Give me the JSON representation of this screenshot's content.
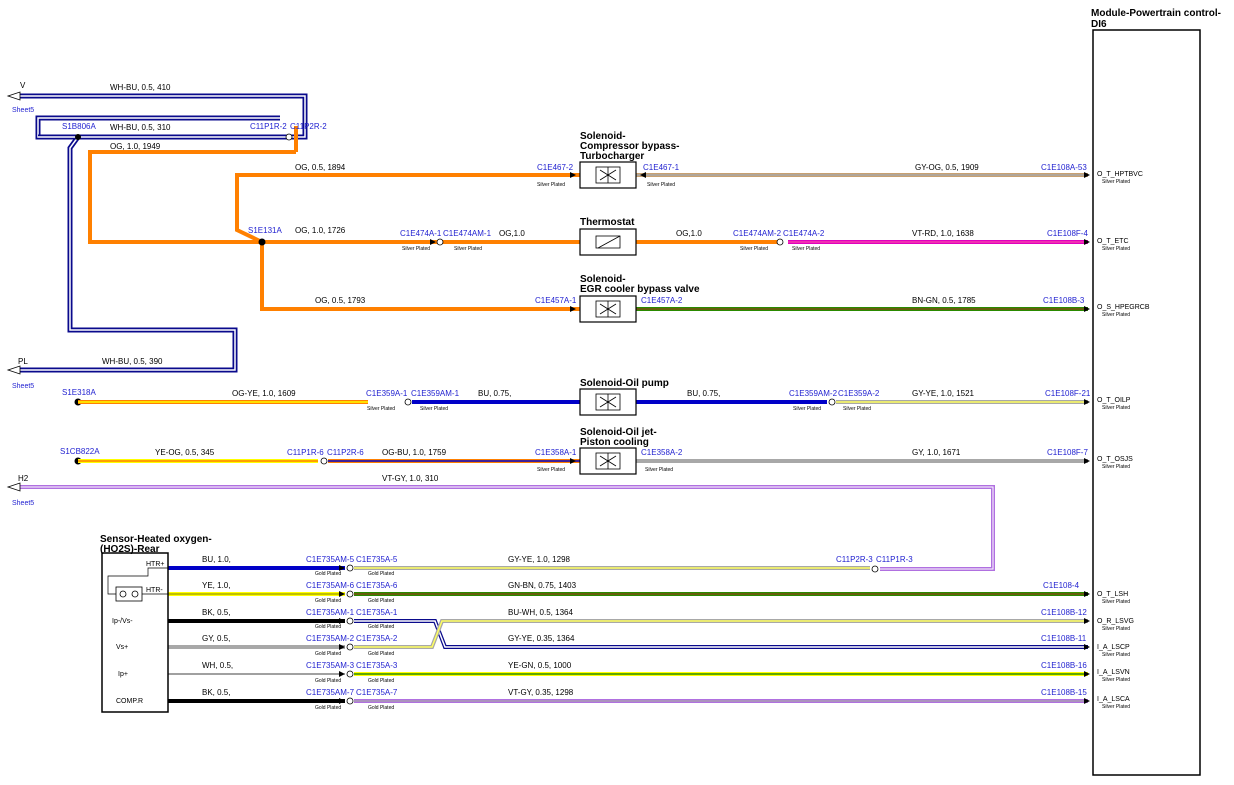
{
  "module": {
    "title_line1": "Module-Powertrain control-",
    "title_line2": "DI6",
    "pins": [
      "O_T_HPTBVC",
      "O_T_ETC",
      "O_S_HPEGRCB",
      "O_T_OILP",
      "O_T_OSJS",
      "O_T_LSH",
      "O_R_LSVG",
      "I_A_LSCP",
      "I_A_LSVN",
      "I_A_LSCA"
    ],
    "plating": "Silver Plated"
  },
  "offpage": [
    {
      "signal": "V",
      "sheet": "Sheet5"
    },
    {
      "signal": "PL",
      "sheet": "Sheet5"
    },
    {
      "signal": "H2",
      "sheet": "Sheet5"
    }
  ],
  "splices": [
    "S1B806A",
    "S1E131A",
    "S1E318A",
    "S1CB822A"
  ],
  "components": {
    "turbo_bypass": {
      "line1": "Solenoid-",
      "line2": "Compressor bypass-",
      "line3": "Turbocharger"
    },
    "thermostat": {
      "line1": "Thermostat"
    },
    "egr_bypass": {
      "line1": "Solenoid-",
      "line2": "EGR cooler bypass valve"
    },
    "oil_pump": {
      "line1": "Solenoid-Oil pump"
    },
    "oil_jet": {
      "line1": "Solenoid-Oil jet-",
      "line2": "Piston cooling"
    },
    "ho2s": {
      "line1": "Sensor-Heated oxygen-",
      "line2": "(HO2S)-Rear",
      "pins": [
        "HTR+",
        "HTR-",
        "Ip-/Vs-",
        "Vs+",
        "Ip+",
        "COMP.R"
      ]
    }
  },
  "wires": {
    "v_main": "WH-BU,  0.5,  410",
    "s1b806a_out": "WH-BU,  0.5,  310",
    "pl_line": "WH-BU,  0.5,  390",
    "og_1949": "OG,  1.0,  1949",
    "og_1894": "OG,  0.5,  1894",
    "gy_og_1909": "GY-OG,  0.5,  1909",
    "og_1726": "OG,  1.0,  1726",
    "og_1_0_a": "OG,1.0",
    "og_1_0_b": "OG,1.0",
    "vt_rd_1638": "VT-RD,  1.0,  1638",
    "og_1793": "OG,  0.5,  1793",
    "bn_gn_1785": "BN-GN,  0.5,  1785",
    "og_ye_1609": "OG-YE,  1.0,  1609",
    "bu_075_a": "BU,  0.75,",
    "bu_075_b": "BU,  0.75,",
    "gy_ye_1521": "GY-YE,  1.0,  1521",
    "ye_og_345": "YE-OG,  0.5,  345",
    "og_bu_1759": "OG-BU,  1.0,  1759",
    "gy_1671": "GY,  1.0,  1671",
    "vt_gy_310": "VT-GY,  1.0,  310",
    "bu_10": "BU,  1.0,",
    "gy_ye_1298": "GY-YE,  1.0,  1298",
    "ye_10": "YE,  1.0,",
    "gn_bn_1403": "GN-BN,  0.75,  1403",
    "bk_05_a": "BK,  0.5,",
    "bu_wh_1364": "BU-WH,  0.5,  1364",
    "gy_05": "GY,  0.5,",
    "gy_ye_1364": "GY-YE,  0.35,  1364",
    "wh_05": "WH,  0.5,",
    "ye_gn_1000": "YE-GN,  0.5,  1000",
    "bk_05_b": "BK,  0.5,",
    "vt_gy_1298": "VT-GY,  0.35,  1298"
  },
  "connectors": {
    "c11p1r_2": "C11P1R-2",
    "c11p2r_2": "C11P2R-2",
    "c1e467_2": "C1E467-2",
    "c1e467_1": "C1E467-1",
    "c1e108a_53": "C1E108A-53",
    "c1e474a_1": "C1E474A-1",
    "c1e474am_1": "C1E474AM-1",
    "c1e474am_2": "C1E474AM-2",
    "c1e474a_2": "C1E474A-2",
    "c1e108f_4": "C1E108F-4",
    "c1e457a_1": "C1E457A-1",
    "c1e457a_2": "C1E457A-2",
    "c1e108b_3": "C1E108B-3",
    "c1e359a_1": "C1E359A-1",
    "c1e359am_1": "C1E359AM-1",
    "c1e359am_2": "C1E359AM-2",
    "c1e359a_2": "C1E359A-2",
    "c1e108f_21": "C1E108F-21",
    "c11p1r_6": "C11P1R-6",
    "c11p2r_6": "C11P2R-6",
    "c1e358a_1": "C1E358A-1",
    "c1e358a_2": "C1E358A-2",
    "c1e108f_7": "C1E108F-7",
    "c1e735am_5": "C1E735AM-5",
    "c1e735a_5": "C1E735A-5",
    "c11p2r_3": "C11P2R-3",
    "c11p1r_3": "C11P1R-3",
    "c1e735am_6": "C1E735AM-6",
    "c1e735a_6": "C1E735A-6",
    "c1e108_4": "C1E108-4",
    "c1e735am_1": "C1E735AM-1",
    "c1e735a_1": "C1E735A-1",
    "c1e108b_12": "C1E108B-12",
    "c1e735am_2": "C1E735AM-2",
    "c1e735a_2": "C1E735A-2",
    "c1e108b_11": "C1E108B-11",
    "c1e735am_3": "C1E735AM-3",
    "c1e735a_3": "C1E735A-3",
    "c1e108b_16": "C1E108B-16",
    "c1e735am_7": "C1E735AM-7",
    "c1e735a_7": "C1E735A-7",
    "c1e108b_15": "C1E108B-15"
  },
  "plating": {
    "silver": "Silver Plated",
    "gold": "Gold Plated"
  },
  "colors": {
    "orange": "#ff8000",
    "navy": "#0a0a8c",
    "blue": "#0000c8",
    "yellow": "#ffff00",
    "gray": "#a8a8a8",
    "green": "#2a8a00",
    "brown": "#8b4513",
    "violet": "#b070e0",
    "magenta": "#e000c0",
    "black": "#000000"
  }
}
